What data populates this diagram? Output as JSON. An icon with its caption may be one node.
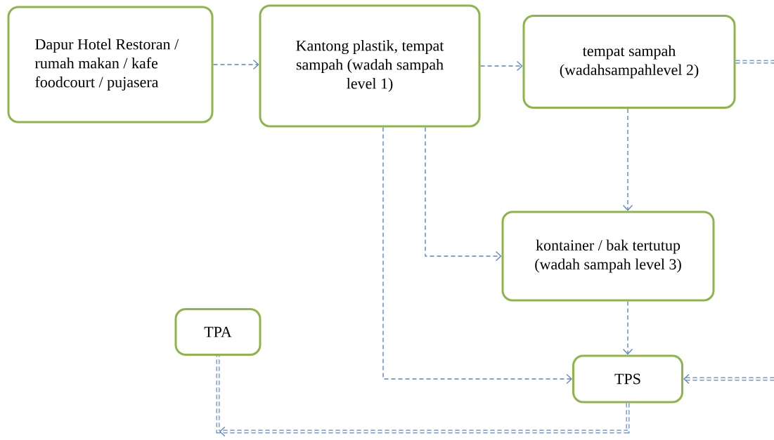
{
  "diagram": {
    "nodes": [
      {
        "text": [
          "Dapur Hotel Restoran / rumah makan / kafe foodcourt / pujasera"
        ]
      },
      {
        "text": [
          "Kantong plastik, tempat sampah (wadah sampah level 1)"
        ]
      },
      {
        "text": [
          "tempat sampah (wadahsampahlevel 2)"
        ]
      },
      {
        "text": [
          "kontainer / bak tertutup (wadah sampah level 3)"
        ]
      },
      {
        "text": [
          "TPA"
        ]
      },
      {
        "text": [
          "TPS"
        ]
      }
    ],
    "edges": [
      {
        "from": 0,
        "to": 1,
        "arrow": "to"
      },
      {
        "from": 1,
        "to": 2,
        "arrow": "to"
      },
      {
        "from": 2,
        "to": 5,
        "arrow": "to"
      },
      {
        "from": 2,
        "to": 3,
        "arrow": "to"
      },
      {
        "from": 1,
        "to": 3,
        "arrow": "to"
      },
      {
        "from": 1,
        "to": 5,
        "arrow": "to"
      },
      {
        "from": 3,
        "to": 5,
        "arrow": "to"
      },
      {
        "from": 5,
        "to": 4,
        "arrow": "to"
      }
    ]
  }
}
